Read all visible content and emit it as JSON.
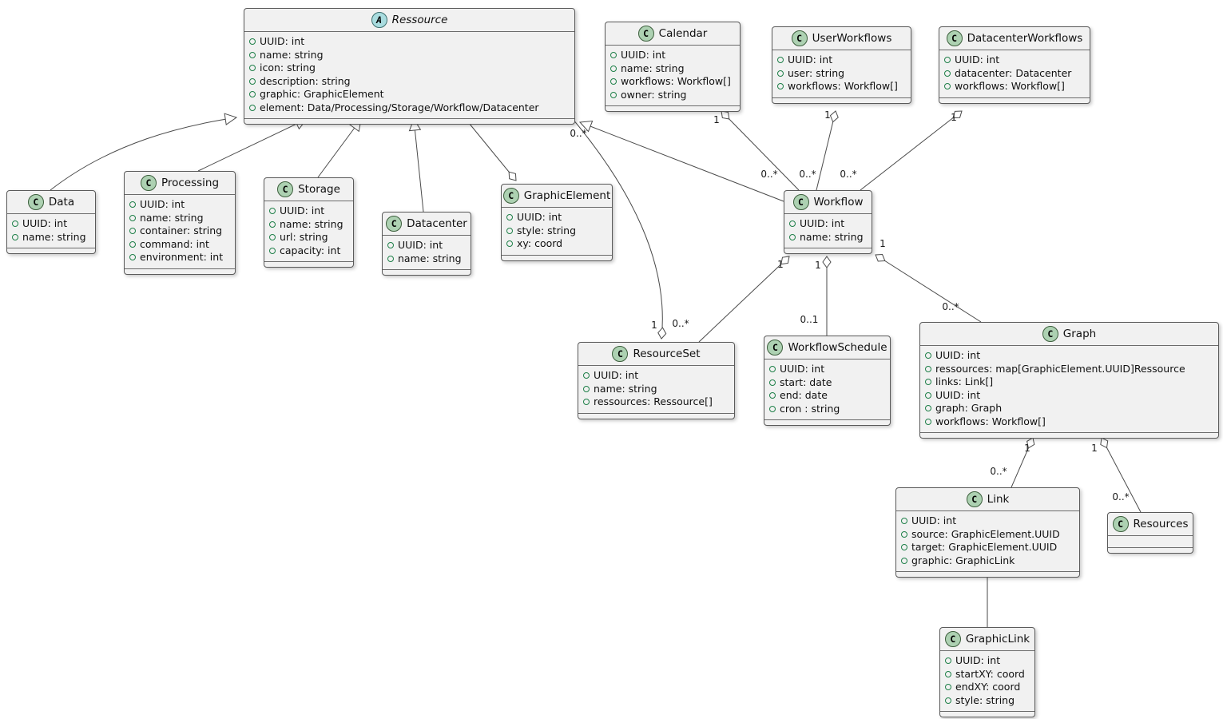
{
  "classes": [
    {
      "id": "ressource",
      "stereotype": "abstract",
      "icon_letter": "A",
      "name": "Ressource",
      "attributes": [
        "UUID: int",
        "name: string",
        "icon: string",
        "description: string",
        "graphic: GraphicElement",
        "element: Data/Processing/Storage/Workflow/Datacenter"
      ]
    },
    {
      "id": "calendar",
      "stereotype": "class",
      "icon_letter": "C",
      "name": "Calendar",
      "attributes": [
        "UUID: int",
        "name: string",
        "workflows: Workflow[]",
        "owner: string"
      ]
    },
    {
      "id": "userworkflows",
      "stereotype": "class",
      "icon_letter": "C",
      "name": "UserWorkflows",
      "attributes": [
        "UUID: int",
        "user: string",
        "workflows: Workflow[]"
      ]
    },
    {
      "id": "datacenterworkflows",
      "stereotype": "class",
      "icon_letter": "C",
      "name": "DatacenterWorkflows",
      "attributes": [
        "UUID: int",
        "datacenter: Datacenter",
        "workflows: Workflow[]"
      ]
    },
    {
      "id": "data",
      "stereotype": "class",
      "icon_letter": "C",
      "name": "Data",
      "attributes": [
        "UUID: int",
        "name: string"
      ]
    },
    {
      "id": "processing",
      "stereotype": "class",
      "icon_letter": "C",
      "name": "Processing",
      "attributes": [
        "UUID: int",
        "name: string",
        "container: string",
        "command: int",
        "environment: int"
      ]
    },
    {
      "id": "storage",
      "stereotype": "class",
      "icon_letter": "C",
      "name": "Storage",
      "attributes": [
        "UUID: int",
        "name: string",
        "url: string",
        "capacity: int"
      ]
    },
    {
      "id": "datacenter",
      "stereotype": "class",
      "icon_letter": "C",
      "name": "Datacenter",
      "attributes": [
        "UUID: int",
        "name: string"
      ]
    },
    {
      "id": "graphicelement",
      "stereotype": "class",
      "icon_letter": "C",
      "name": "GraphicElement",
      "attributes": [
        "UUID: int",
        "style: string",
        "xy: coord"
      ]
    },
    {
      "id": "workflow",
      "stereotype": "class",
      "icon_letter": "C",
      "name": "Workflow",
      "attributes": [
        "UUID: int",
        "name: string"
      ]
    },
    {
      "id": "resourceset",
      "stereotype": "class",
      "icon_letter": "C",
      "name": "ResourceSet",
      "attributes": [
        "UUID: int",
        "name: string",
        "ressources: Ressource[]"
      ]
    },
    {
      "id": "workflowschedule",
      "stereotype": "class",
      "icon_letter": "C",
      "name": "WorkflowSchedule",
      "attributes": [
        "UUID: int",
        "start: date",
        "end: date",
        "cron : string"
      ]
    },
    {
      "id": "graph",
      "stereotype": "class",
      "icon_letter": "C",
      "name": "Graph",
      "attributes": [
        "UUID: int",
        "ressources: map[GraphicElement.UUID]Ressource",
        "links: Link[]",
        "UUID: int",
        "graph: Graph",
        "workflows: Workflow[]"
      ]
    },
    {
      "id": "link",
      "stereotype": "class",
      "icon_letter": "C",
      "name": "Link",
      "attributes": [
        "UUID: int",
        "source: GraphicElement.UUID",
        "target: GraphicElement.UUID",
        "graphic: GraphicLink"
      ]
    },
    {
      "id": "resources",
      "stereotype": "class",
      "icon_letter": "C",
      "name": "Resources",
      "attributes": []
    },
    {
      "id": "graphiclink",
      "stereotype": "class",
      "icon_letter": "C",
      "name": "GraphicLink",
      "attributes": [
        "UUID: int",
        "startXY: coord",
        "endXY: coord",
        "style: string"
      ]
    }
  ],
  "relationships": [
    {
      "id": "data-ressource",
      "type": "generalization",
      "from": "Data",
      "to": "Ressource"
    },
    {
      "id": "processing-ressource",
      "type": "generalization",
      "from": "Processing",
      "to": "Ressource"
    },
    {
      "id": "storage-ressource",
      "type": "generalization",
      "from": "Storage",
      "to": "Ressource"
    },
    {
      "id": "datacenter-ressource",
      "type": "generalization",
      "from": "Datacenter",
      "to": "Ressource"
    },
    {
      "id": "workflow-ressource",
      "type": "generalization",
      "from": "Workflow",
      "to": "Ressource"
    },
    {
      "id": "graphicelement-ressource",
      "type": "aggregation",
      "from": "GraphicElement",
      "to": "Ressource"
    },
    {
      "id": "resourceset-ressource",
      "type": "aggregation",
      "from": "ResourceSet",
      "from_label": "1",
      "to": "Ressource",
      "to_label": "0..*"
    },
    {
      "id": "calendar-workflow",
      "type": "aggregation",
      "from": "Calendar",
      "from_label": "1",
      "to": "Workflow",
      "to_label": "0..*"
    },
    {
      "id": "userworkflows-workflow",
      "type": "aggregation",
      "from": "UserWorkflows",
      "from_label": "1",
      "to": "Workflow",
      "to_label": "0..*"
    },
    {
      "id": "datacenterworkflows-workflow",
      "type": "aggregation",
      "from": "DatacenterWorkflows",
      "from_label": "1",
      "to": "Workflow",
      "to_label": "0..*"
    },
    {
      "id": "workflow-resourceset",
      "type": "aggregation",
      "from": "Workflow",
      "from_label": "1",
      "to": "ResourceSet",
      "to_label": "0..*"
    },
    {
      "id": "workflow-workflowschedule",
      "type": "aggregation",
      "from": "Workflow",
      "from_label": "1",
      "to": "WorkflowSchedule",
      "to_label": "0..1"
    },
    {
      "id": "workflow-graph",
      "type": "aggregation",
      "from": "Workflow",
      "from_label": "1",
      "to": "Graph",
      "to_label": "0..*"
    },
    {
      "id": "graph-link",
      "type": "aggregation",
      "from": "Graph",
      "from_label": "1",
      "to": "Link",
      "to_label": "0..*"
    },
    {
      "id": "graph-resources",
      "type": "aggregation",
      "from": "Graph",
      "from_label": "1",
      "to": "Resources",
      "to_label": "0..*"
    },
    {
      "id": "link-graphiclink",
      "type": "association",
      "from": "Link",
      "to": "GraphicLink"
    }
  ],
  "colors": {
    "class_icon_bg": "#ADD1B2",
    "abstract_icon_bg": "#A9DCDF",
    "box_bg": "#F1F1F1",
    "border": "#5a5a5a",
    "line": "#4a4a4a",
    "field_bullet": "#1f8049"
  }
}
